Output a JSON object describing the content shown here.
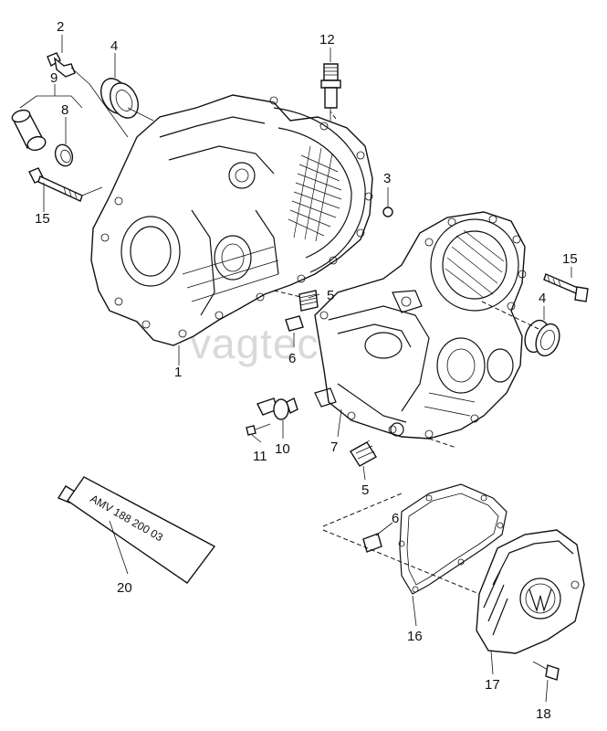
{
  "watermark": "vagtec.ru",
  "tube_text": "AMV 188 200 03",
  "callouts": {
    "c1": "1",
    "c2": "2",
    "c3": "3",
    "c4a": "4",
    "c4b": "4",
    "c5a": "5",
    "c5b": "5",
    "c6a": "6",
    "c6b": "6",
    "c7": "7",
    "c8": "8",
    "c9": "9",
    "c10": "10",
    "c11": "11",
    "c12": "12",
    "c15a": "15",
    "c15b": "15",
    "c16": "16",
    "c17": "17",
    "c18": "18",
    "c20": "20"
  }
}
